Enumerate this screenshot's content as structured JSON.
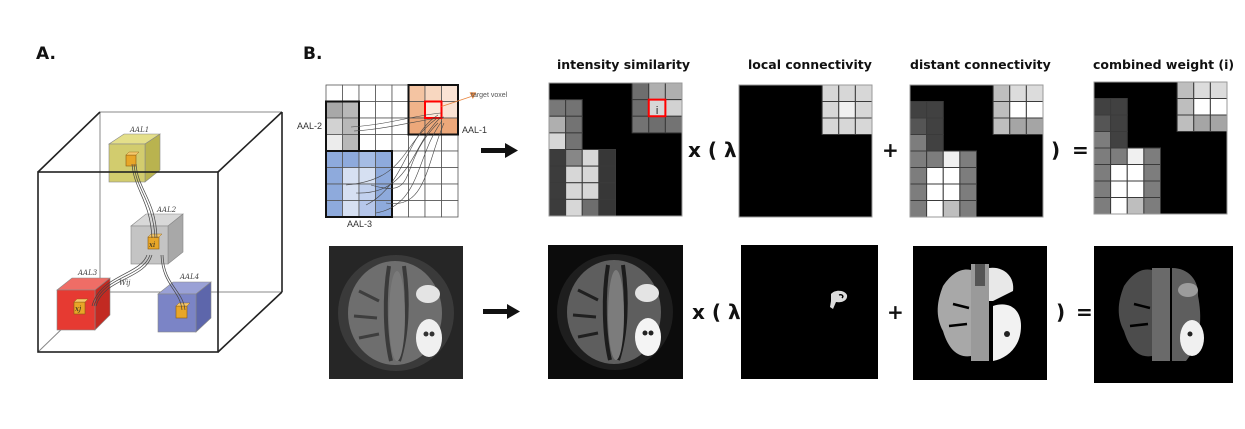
{
  "panel_a": {
    "label": "A.",
    "regions": [
      {
        "name": "AAL1",
        "color": "#d2cc6e"
      },
      {
        "name": "AAL2",
        "color": "#c4c4c4"
      },
      {
        "name": "AAL3",
        "color": "#e63a32"
      },
      {
        "name": "AAL4",
        "color": "#7b84c6"
      }
    ],
    "voxel_color": "#e8a628",
    "labels": {
      "xi": "xi",
      "xj": "xj",
      "wij": "Wij"
    }
  },
  "panel_b": {
    "label": "B.",
    "atlas_grid": {
      "labels": {
        "aal1": "AAL-1",
        "aal2": "AAL-2",
        "aal3": "AAL-3",
        "target": "target voxel"
      },
      "colors": {
        "aal1": "#f0b38a",
        "aal2": "#bdbdbd",
        "aal3": "#8eaadc",
        "target": "#e8833a",
        "highlight": "#ff0000"
      }
    },
    "columns": {
      "intensity": "intensity similarity",
      "local": "local connectivity",
      "distant": "distant connectivity",
      "combined": "combined weight (i)"
    },
    "operators": {
      "times_lambda": "x ( λ",
      "plus": "+",
      "close_paren": ")",
      "equals": "=",
      "voxel_marker": "i"
    },
    "matrices": {
      "intensity": [
        [
          0,
          0,
          0,
          0,
          0,
          110,
          175,
          175
        ],
        [
          120,
          115,
          0,
          0,
          0,
          110,
          215,
          210
        ],
        [
          175,
          115,
          0,
          0,
          0,
          115,
          110,
          115
        ],
        [
          215,
          115,
          0,
          0,
          0,
          0,
          0,
          0
        ],
        [
          60,
          135,
          215,
          55,
          0,
          0,
          0,
          0
        ],
        [
          60,
          215,
          215,
          55,
          0,
          0,
          0,
          0
        ],
        [
          60,
          215,
          215,
          55,
          0,
          0,
          0,
          0
        ],
        [
          60,
          215,
          110,
          55,
          0,
          0,
          0,
          0
        ]
      ],
      "local": [
        [
          0,
          0,
          0,
          0,
          0,
          215,
          215,
          215
        ],
        [
          0,
          0,
          0,
          0,
          0,
          215,
          240,
          215
        ],
        [
          0,
          0,
          0,
          0,
          0,
          215,
          215,
          215
        ],
        [
          0,
          0,
          0,
          0,
          0,
          0,
          0,
          0
        ],
        [
          0,
          0,
          0,
          0,
          0,
          0,
          0,
          0
        ],
        [
          0,
          0,
          0,
          0,
          0,
          0,
          0,
          0
        ],
        [
          0,
          0,
          0,
          0,
          0,
          0,
          0,
          0
        ],
        [
          0,
          0,
          0,
          0,
          0,
          0,
          0,
          0
        ]
      ],
      "distant": [
        [
          0,
          0,
          0,
          0,
          0,
          190,
          220,
          220
        ],
        [
          65,
          65,
          0,
          0,
          0,
          190,
          255,
          255
        ],
        [
          85,
          65,
          0,
          0,
          0,
          190,
          165,
          165
        ],
        [
          125,
          65,
          0,
          0,
          0,
          0,
          0,
          0
        ],
        [
          125,
          125,
          240,
          125,
          0,
          0,
          0,
          0
        ],
        [
          125,
          255,
          255,
          125,
          0,
          0,
          0,
          0
        ],
        [
          125,
          255,
          255,
          125,
          0,
          0,
          0,
          0
        ],
        [
          125,
          255,
          190,
          125,
          0,
          0,
          0,
          0
        ]
      ],
      "combined": [
        [
          0,
          0,
          0,
          0,
          0,
          190,
          220,
          220
        ],
        [
          65,
          65,
          0,
          0,
          0,
          190,
          255,
          255
        ],
        [
          85,
          65,
          0,
          0,
          0,
          190,
          165,
          165
        ],
        [
          125,
          65,
          0,
          0,
          0,
          0,
          0,
          0
        ],
        [
          125,
          125,
          240,
          125,
          0,
          0,
          0,
          0
        ],
        [
          125,
          255,
          255,
          125,
          0,
          0,
          0,
          0
        ],
        [
          125,
          255,
          255,
          125,
          0,
          0,
          0,
          0
        ],
        [
          125,
          255,
          190,
          125,
          0,
          0,
          0,
          0
        ]
      ]
    },
    "target_cell": {
      "row": 1,
      "col": 6
    }
  }
}
